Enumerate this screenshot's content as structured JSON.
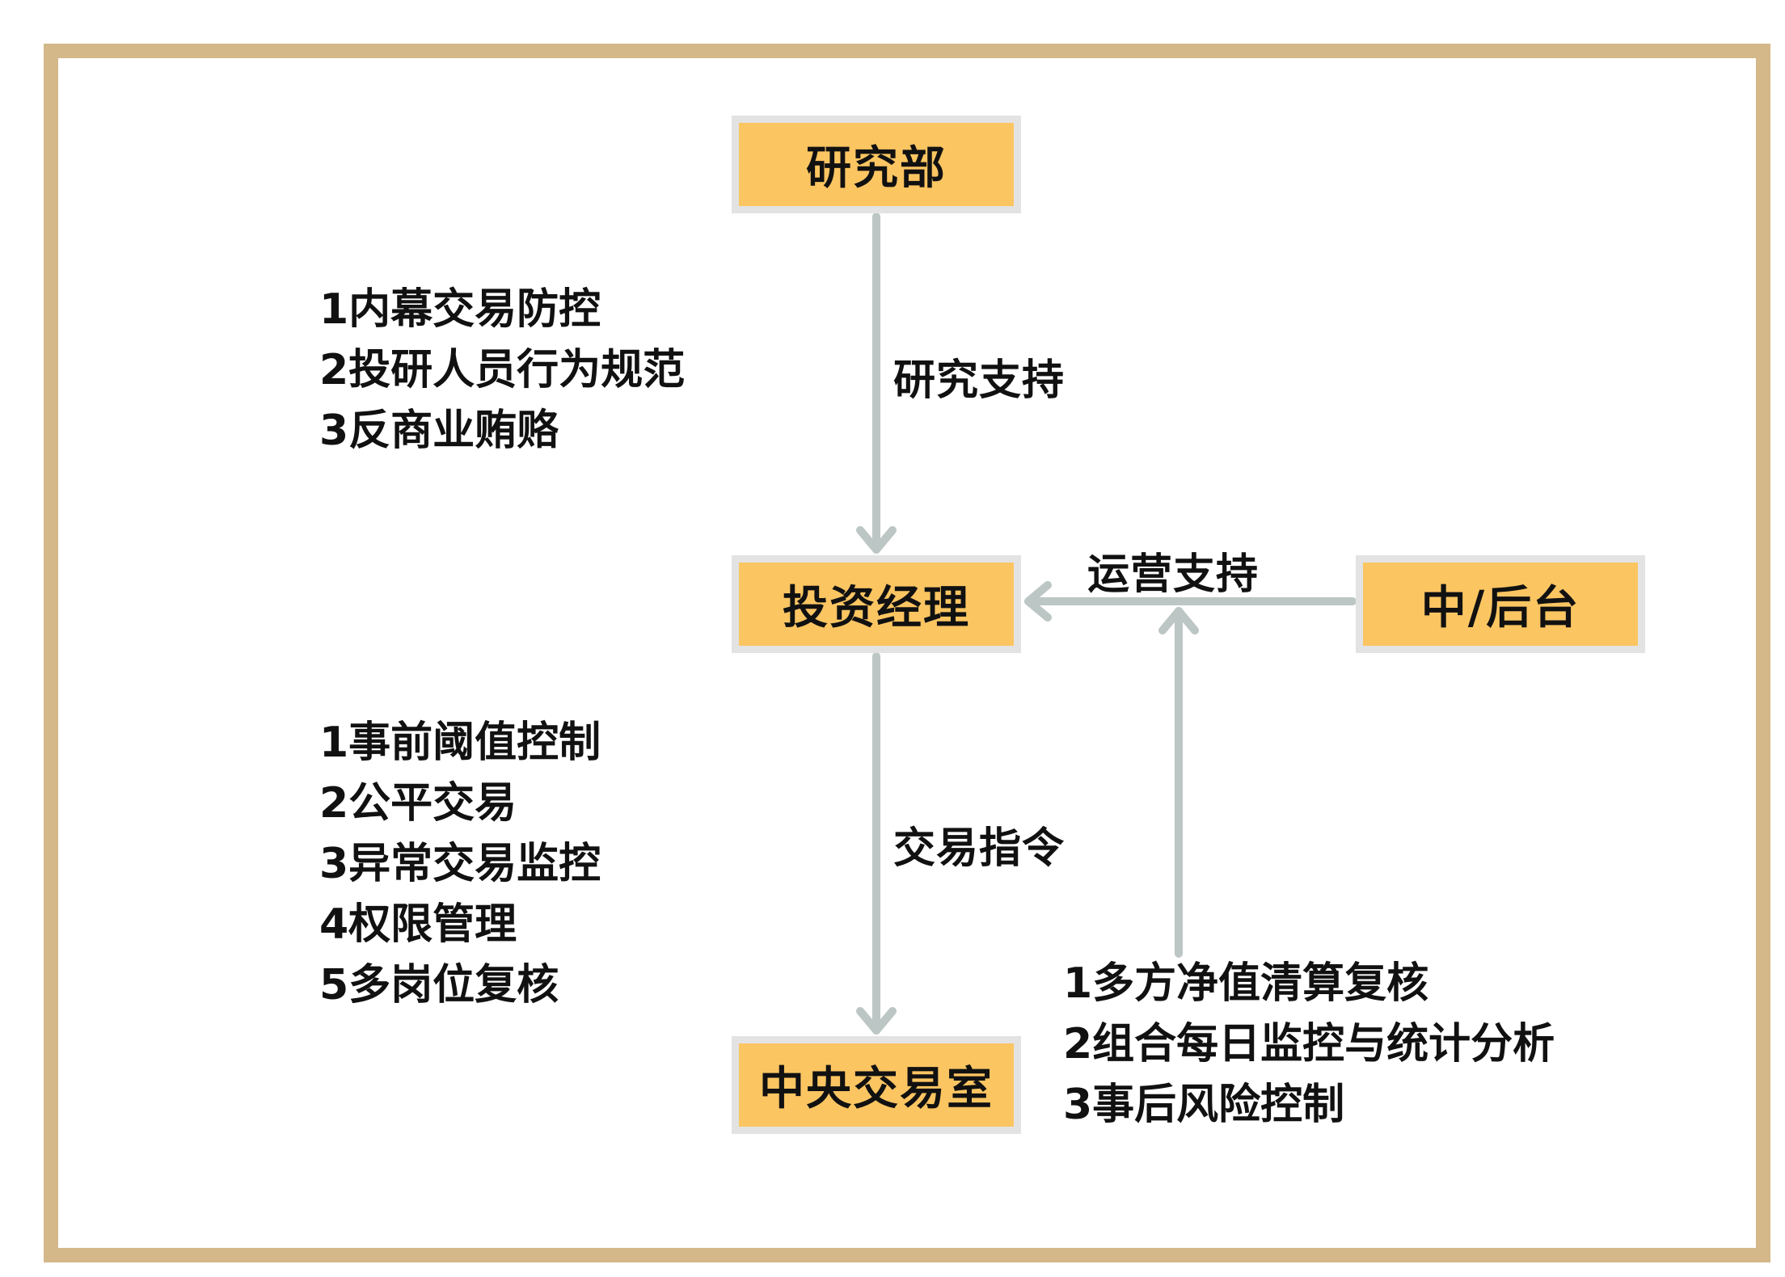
{
  "nodes": {
    "research": "研究部",
    "pm": "投资经理",
    "trading": "中央交易室",
    "midback": "中/后台"
  },
  "edges": {
    "research_support": "研究支持",
    "trade_order": "交易指令",
    "ops_support": "运营支持"
  },
  "lists": {
    "research_controls": [
      "1内幕交易防控",
      "2投研人员行为规范",
      "3反商业贿赂"
    ],
    "trading_controls": [
      "1事前阈值控制",
      "2公平交易",
      "3异常交易监控",
      "4权限管理",
      "5多岗位复核"
    ],
    "midback_controls": [
      "1多方净值清算复核",
      "2组合每日监控与统计分析",
      "3事后风险控制"
    ]
  },
  "colors": {
    "frame": "#d4b889",
    "node_fill": "#fbc562",
    "node_border": "#e3e3e3",
    "arrow": "#bcc6c4"
  }
}
